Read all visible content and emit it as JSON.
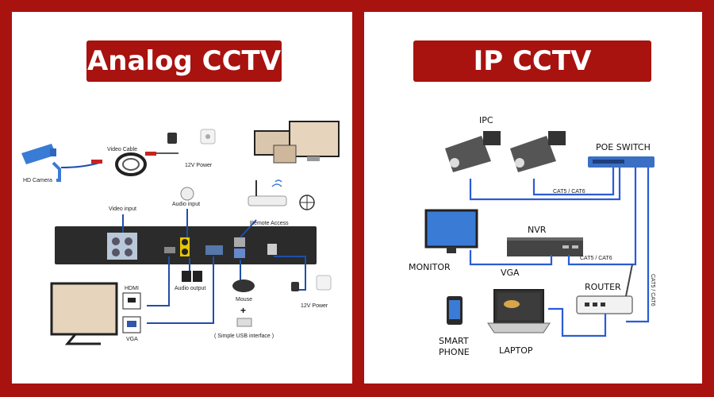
{
  "analog": {
    "title": "Analog CCTV",
    "labels": {
      "video_cable": "Video Cable",
      "power_top": "12V Power",
      "hd_camera": "HD Camera",
      "video_input": "Video input",
      "audio_input": "Audio input",
      "remote_access": "Remote Access",
      "hdmi": "HDMI",
      "vga": "VGA",
      "audio_output": "Audio output",
      "mouse": "Mouse",
      "plus": "+",
      "usb": "( Simple USB interface )",
      "power_bottom": "12V Power"
    }
  },
  "ip": {
    "title": "IP CCTV System",
    "labels": {
      "ipc": "IPC",
      "poe_switch": "POE SWITCH",
      "cat_top": "CAT5 / CAT6",
      "nvr": "NVR",
      "monitor": "MONITOR",
      "vga": "VGA",
      "cat_mid": "CAT5 / CAT6",
      "cat_vertical": "CAT5 / CAT6",
      "router": "ROUTER",
      "smart_phone_1": "SMART",
      "smart_phone_2": "PHONE",
      "laptop": "LAPTOP"
    }
  },
  "colors": {
    "frame": "#a8120f",
    "wire": "#1f4fa8",
    "camera_blue": "#3a7bd5",
    "dvr_body": "#2b2b2b"
  }
}
